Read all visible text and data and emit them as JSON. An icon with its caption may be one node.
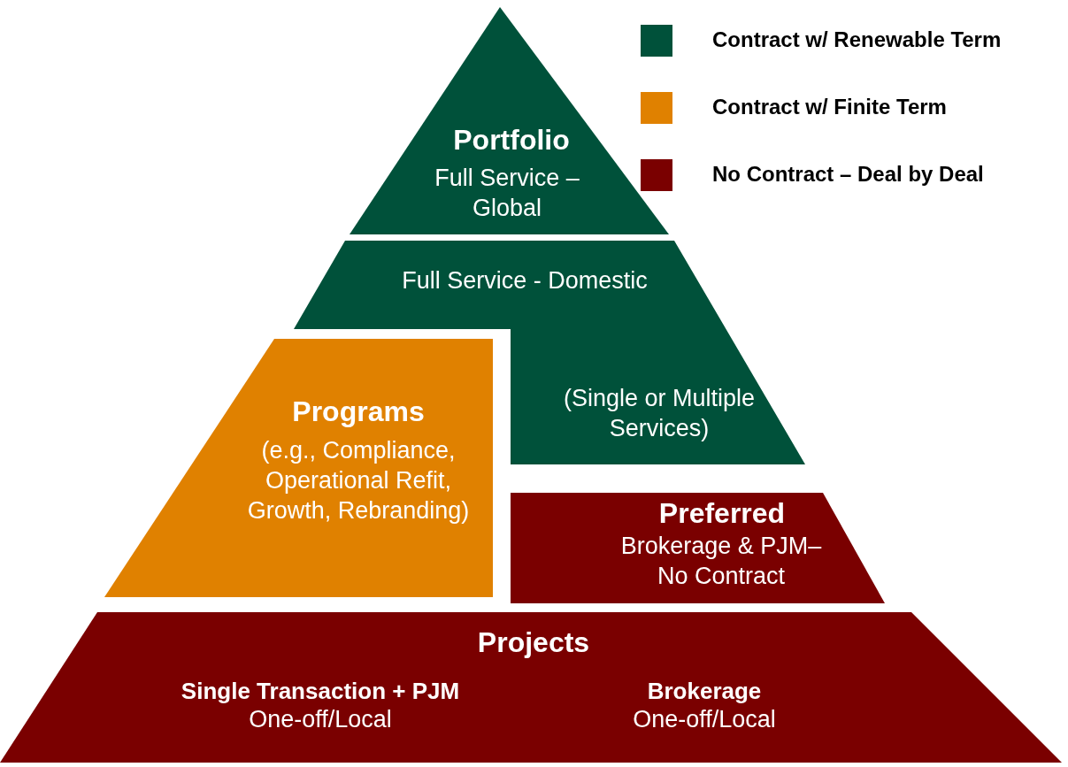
{
  "diagram": {
    "nodes": [
      {
        "text": [
          "Portfolio",
          "Full Service – Global"
        ]
      },
      {
        "text": [
          "Full Service - Domestic",
          "(Single or Multiple Services)"
        ]
      },
      {
        "text": [
          "Programs",
          "(e.g., Compliance, Operational Refit, Growth, Rebranding)"
        ]
      },
      {
        "text": [
          "Preferred",
          "Brokerage & PJM– No Contract"
        ]
      },
      {
        "text": [
          "Projects",
          "Single Transaction + PJM",
          "One-off/Local",
          "Brokerage",
          "One-off/Local"
        ]
      }
    ],
    "legend": [
      {
        "text": "Contract w/ Renewable Term",
        "color": "#00513a"
      },
      {
        "text": "Contract w/ Finite Term",
        "color": "#e08100"
      },
      {
        "text": "No Contract – Deal by Deal",
        "color": "#7a0000"
      }
    ]
  }
}
